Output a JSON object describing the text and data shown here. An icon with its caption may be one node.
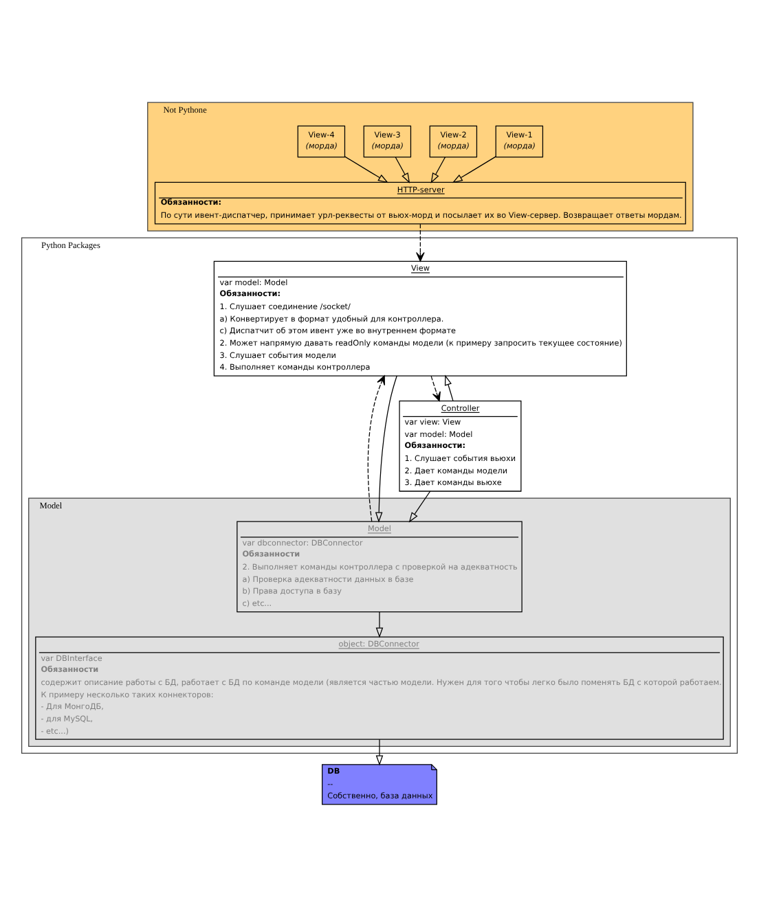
{
  "diagram": {
    "nodes": [
      {
        "text": [
          "Not Pythone"
        ]
      },
      {
        "text": [
          "View-1",
          "(морда)"
        ],
        "in": 0
      },
      {
        "text": [
          "View-2",
          "(морда)"
        ],
        "in": 0
      },
      {
        "text": [
          "View-3",
          "(морда)"
        ],
        "in": 0
      },
      {
        "text": [
          "View-4",
          "(морда)"
        ],
        "in": 0
      },
      {
        "text": [
          "HTTP-server",
          "Обязанности:",
          "По сути ивент-диспатчер, принимает урл-реквесты от вьюх-морд и посылает их во View-сервер. Возвращает ответы мордам."
        ],
        "in": 0
      },
      {
        "text": [
          "DB",
          "--",
          "Собственно, база данных"
        ]
      },
      {
        "text": [
          "Python Packages"
        ]
      },
      {
        "text": [
          "Model"
        ],
        "in": 7
      },
      {
        "text": [
          "object: DBConnector",
          "var DBInterface",
          "Обязанности",
          "содержит описание работы с БД, работает с БД по команде модели (является частью модели. Нужен для того чтобы легко было поменять БД с которой работаем.",
          "К примеру несколько таких коннекторов:",
          "- Для МонгоДБ,",
          "- для MySQL,",
          "- etc...)"
        ],
        "in": 8
      },
      {
        "text": [
          "Model",
          "var dbconnector: DBConnector",
          "Обязанности",
          "2. Выполняет команды контроллера с проверкой на адекватность",
          "a) Проверка адекватности данных в базе",
          "b) Права доступа в базу",
          "c) etc..."
        ],
        "in": 8
      },
      {
        "text": [
          "View",
          "var model: Model",
          "Обязанности:",
          "1. Слушает соединение /socket/",
          "a) Конвертирует в формат удобный для контроллера.",
          "c) Диспатчит об этом ивент уже во внутреннем формате",
          "2. Может напрямую давать readOnly команды модели (к примеру запросить текущее состояние)",
          "3. Слушает события модели",
          "4. Выполняет команды контроллера"
        ],
        "in": 7
      },
      {
        "text": [
          "Controller",
          "var view: View",
          "var model: Model",
          "Обязанности:",
          "1. Слушает события вьюхи",
          "2. Дает команды модели",
          "3. Дает команды вьюхе"
        ],
        "in": 7
      }
    ],
    "edges": [
      {
        "from": 1,
        "to": 5,
        "arrow": "to"
      },
      {
        "from": 2,
        "to": 5,
        "arrow": "to"
      },
      {
        "from": 3,
        "to": 5,
        "arrow": "to"
      },
      {
        "from": 4,
        "to": 5,
        "arrow": "to"
      },
      {
        "from": 5,
        "to": 11,
        "arrow": "to",
        "style": "dashed"
      },
      {
        "from": 9,
        "to": 6,
        "arrow": "to"
      },
      {
        "from": 10,
        "to": 9,
        "arrow": "to"
      },
      {
        "from": 11,
        "to": 10,
        "arrow": "to"
      },
      {
        "from": 10,
        "to": 11,
        "arrow": "to",
        "style": "dashed"
      },
      {
        "from": 12,
        "to": 10,
        "arrow": "to"
      },
      {
        "from": 12,
        "to": 11,
        "arrow": "to"
      },
      {
        "from": 11,
        "to": 12,
        "arrow": "to",
        "style": "dashed"
      }
    ]
  }
}
